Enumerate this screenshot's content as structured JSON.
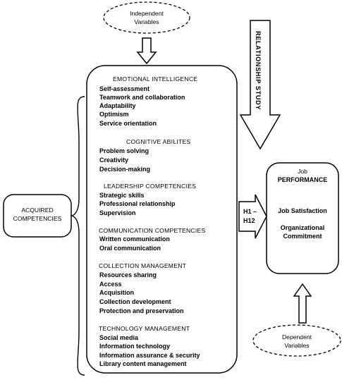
{
  "independent": {
    "line1": "Independent",
    "line2": "Variables"
  },
  "dependent": {
    "line1": "Dependent",
    "line2": "Variables"
  },
  "acquired": {
    "line1": "ACQUIRED",
    "line2": "COMPETENCIES"
  },
  "relationship": "RELATIONSHIP STUDY",
  "hypothesis": {
    "line1": "H1 –",
    "line2": "H12"
  },
  "job": {
    "line1": "Job",
    "line2": "PERFORMANCE",
    "item1": "Job Satisfaction",
    "item2a": "Organizational",
    "item2b": "Commitment"
  },
  "groups": [
    {
      "heading": "EMOTIONAL  INTELLIGENCE",
      "items": [
        "Self-assessment",
        "Teamwork and collaboration",
        "Adaptability",
        "Optimism",
        "Service orientation"
      ]
    },
    {
      "heading": "COGNITIVE ABILITES",
      "items": [
        "Problem solving",
        "Creativity",
        "Decision-making"
      ]
    },
    {
      "heading": "LEADERSHIP COMPETENCIES",
      "items": [
        "Strategic skills",
        "Professional relationship",
        "Supervision"
      ]
    },
    {
      "heading": "COMMUNICATION  COMPETENCIES",
      "items": [
        "Written communication",
        "Oral communication"
      ]
    },
    {
      "heading": "COLLECTION  MANAGEMENT",
      "items": [
        "Resources sharing",
        "Access",
        "Acquisition",
        "Collection development",
        "Protection and preservation"
      ]
    },
    {
      "heading": "TECHNOLOGY  MANAGEMENT",
      "items": [
        "Social media",
        "Information technology",
        "Information assurance & security",
        "Library content management"
      ]
    }
  ]
}
